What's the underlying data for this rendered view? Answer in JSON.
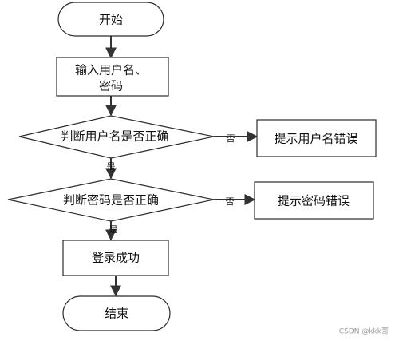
{
  "nodes": {
    "start": "开始",
    "input_line1": "输入用户名、",
    "input_line2": "密码",
    "check_username_password": "判断用户名是否正确",
    "username_error": "提示用户名错误",
    "check_password": "判断密码是否正确",
    "password_error": "提示密码错误",
    "login_success": "登录成功",
    "end": "结束"
  },
  "edges": {
    "yes": "是",
    "no": "否"
  },
  "watermark": "CSDN @kkk哥"
}
